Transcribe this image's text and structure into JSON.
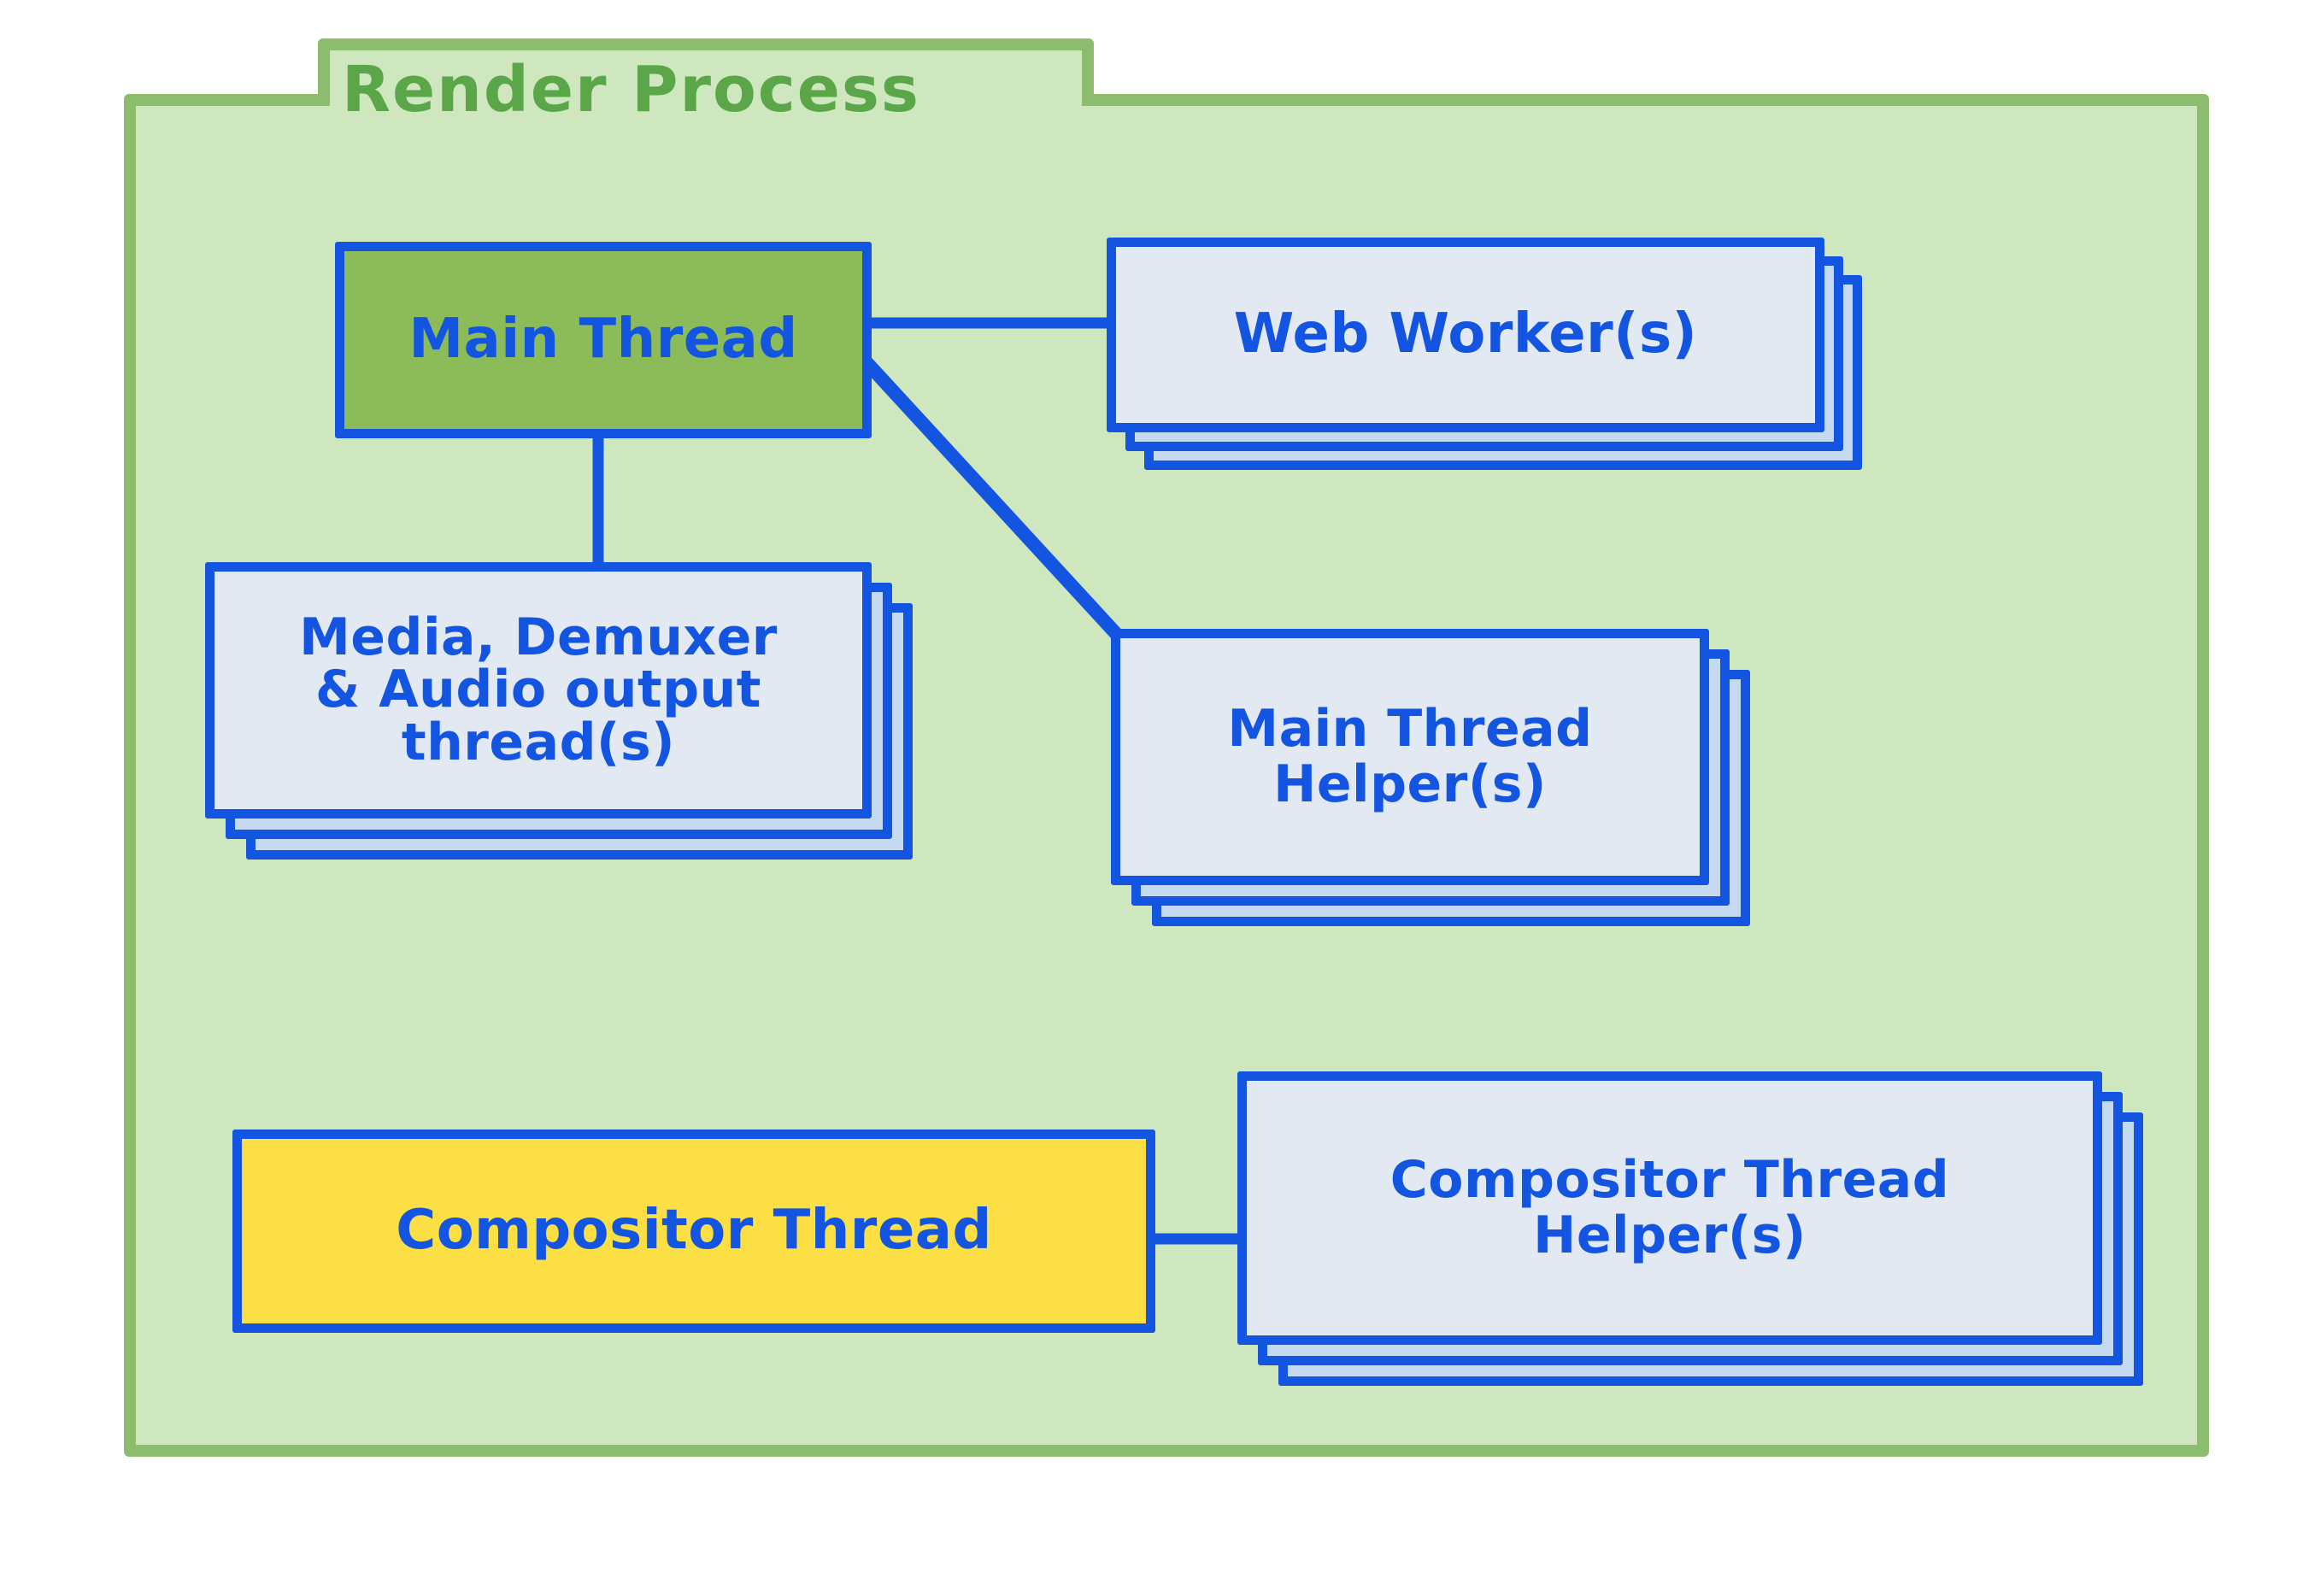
{
  "diagram": {
    "title": "Render Process",
    "colors": {
      "container_fill": "#cfe7bf",
      "container_border": "#8cbc6d",
      "title_text": "#5aa648",
      "node_border": "#1355e0",
      "node_text": "#1355e0",
      "node_fill_default": "#e2e9f2",
      "node_stack_fill": "#c5daf0",
      "main_thread_fill": "#8cbc5a",
      "compositor_thread_fill": "#fcdf45"
    },
    "nodes": [
      {
        "id": "main-thread",
        "label": "Main Thread",
        "fill": "#8cbc5a",
        "stacked": false,
        "stack_count": 1
      },
      {
        "id": "web-worker",
        "label": "Web Worker(s)",
        "fill": "#e2e9f2",
        "stacked": true,
        "stack_count": 3
      },
      {
        "id": "media-demuxer-audio",
        "label": "Media, Demuxer\n& Audio output\nthread(s)",
        "fill": "#e2e9f2",
        "stacked": true,
        "stack_count": 3
      },
      {
        "id": "main-thread-helper",
        "label": "Main Thread\nHelper(s)",
        "fill": "#e2e9f2",
        "stacked": true,
        "stack_count": 3
      },
      {
        "id": "compositor-thread",
        "label": "Compositor Thread",
        "fill": "#fcdf45",
        "stacked": false,
        "stack_count": 1
      },
      {
        "id": "compositor-thread-helper",
        "label": "Compositor Thread\nHelper(s)",
        "fill": "#e2e9f2",
        "stacked": true,
        "stack_count": 3
      }
    ],
    "edges": [
      {
        "from": "main-thread",
        "to": "web-worker",
        "style": "horizontal"
      },
      {
        "from": "main-thread",
        "to": "media-demuxer-audio",
        "style": "vertical"
      },
      {
        "from": "main-thread",
        "to": "main-thread-helper",
        "style": "diagonal"
      },
      {
        "from": "compositor-thread",
        "to": "compositor-thread-helper",
        "style": "horizontal"
      }
    ]
  }
}
